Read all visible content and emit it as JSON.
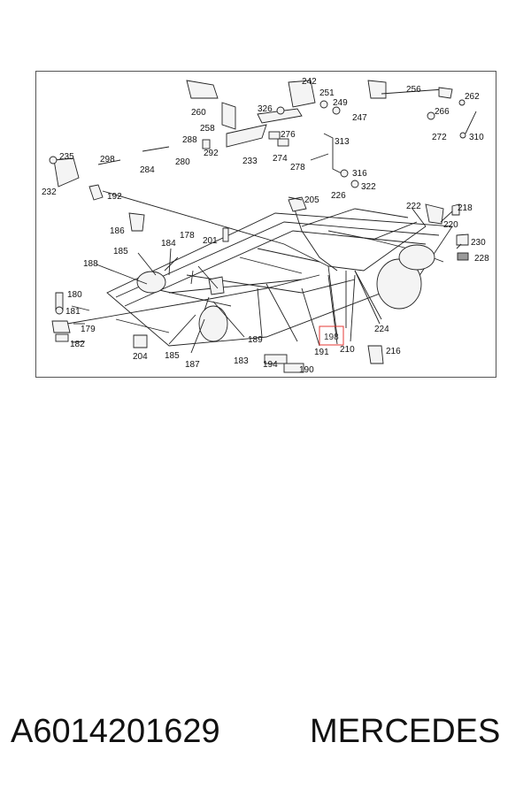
{
  "diagram": {
    "callouts": [
      "242",
      "251",
      "256",
      "262",
      "260",
      "326",
      "249",
      "247",
      "266",
      "258",
      "276",
      "313",
      "272",
      "310",
      "288",
      "292",
      "233",
      "274",
      "298",
      "235",
      "284",
      "280",
      "278",
      "316",
      "232",
      "192",
      "322",
      "205",
      "226",
      "222",
      "218",
      "186",
      "184",
      "178",
      "201",
      "220",
      "230",
      "185",
      "228",
      "188",
      "180",
      "181",
      "179",
      "182",
      "204",
      "185",
      "187",
      "183",
      "189",
      "194",
      "190",
      "191",
      "198",
      "210",
      "224",
      "216"
    ],
    "highlighted_callout": "198"
  },
  "footer": {
    "part_number": "A6014201629",
    "brand": "MERCEDES"
  }
}
